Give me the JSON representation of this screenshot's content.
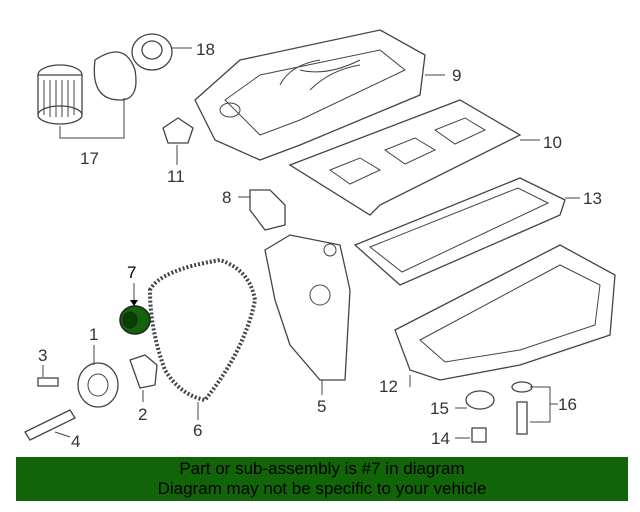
{
  "diagram": {
    "highlighted_part": "7",
    "highlight_color": "#116508",
    "callouts": [
      {
        "id": "1",
        "label": "1"
      },
      {
        "id": "2",
        "label": "2"
      },
      {
        "id": "3",
        "label": "3"
      },
      {
        "id": "4",
        "label": "4"
      },
      {
        "id": "5",
        "label": "5"
      },
      {
        "id": "6",
        "label": "6"
      },
      {
        "id": "7",
        "label": "7"
      },
      {
        "id": "8",
        "label": "8"
      },
      {
        "id": "9",
        "label": "9"
      },
      {
        "id": "10",
        "label": "10"
      },
      {
        "id": "11",
        "label": "11"
      },
      {
        "id": "12",
        "label": "12"
      },
      {
        "id": "13",
        "label": "13"
      },
      {
        "id": "14",
        "label": "14"
      },
      {
        "id": "15",
        "label": "15"
      },
      {
        "id": "16",
        "label": "16"
      },
      {
        "id": "17",
        "label": "17"
      },
      {
        "id": "18",
        "label": "18"
      }
    ]
  },
  "banner": {
    "line1": "Part or sub-assembly is #7 in diagram",
    "line2": "Diagram may not be specific to your vehicle",
    "background": "#116508"
  }
}
